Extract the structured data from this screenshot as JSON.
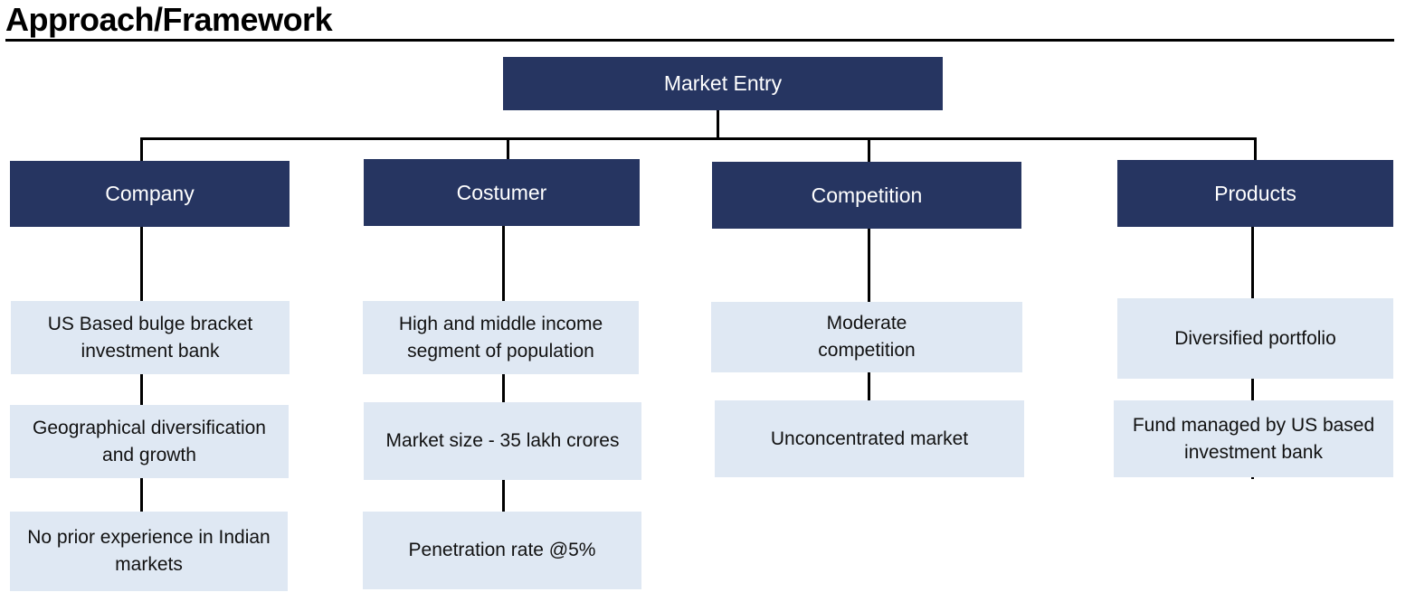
{
  "header": {
    "title": "Approach/Framework"
  },
  "root": {
    "label": "Market Entry"
  },
  "branches": [
    {
      "label": "Company",
      "items": [
        "US Based bulge bracket investment bank",
        "Geographical diversification and growth",
        "No prior experience in Indian markets"
      ]
    },
    {
      "label": "Costumer",
      "items": [
        "High and middle income segment of population",
        "Market size - 35 lakh crores",
        "Penetration rate @5%"
      ]
    },
    {
      "label": "Competition",
      "items": [
        "Moderate competition",
        "Unconcentrated market"
      ]
    },
    {
      "label": "Products",
      "items": [
        "Diversified portfolio",
        "Fund managed by US based investment bank"
      ]
    }
  ],
  "colors": {
    "header_box": "#263561",
    "item_box": "#dfe8f3",
    "connector": "#000000"
  }
}
